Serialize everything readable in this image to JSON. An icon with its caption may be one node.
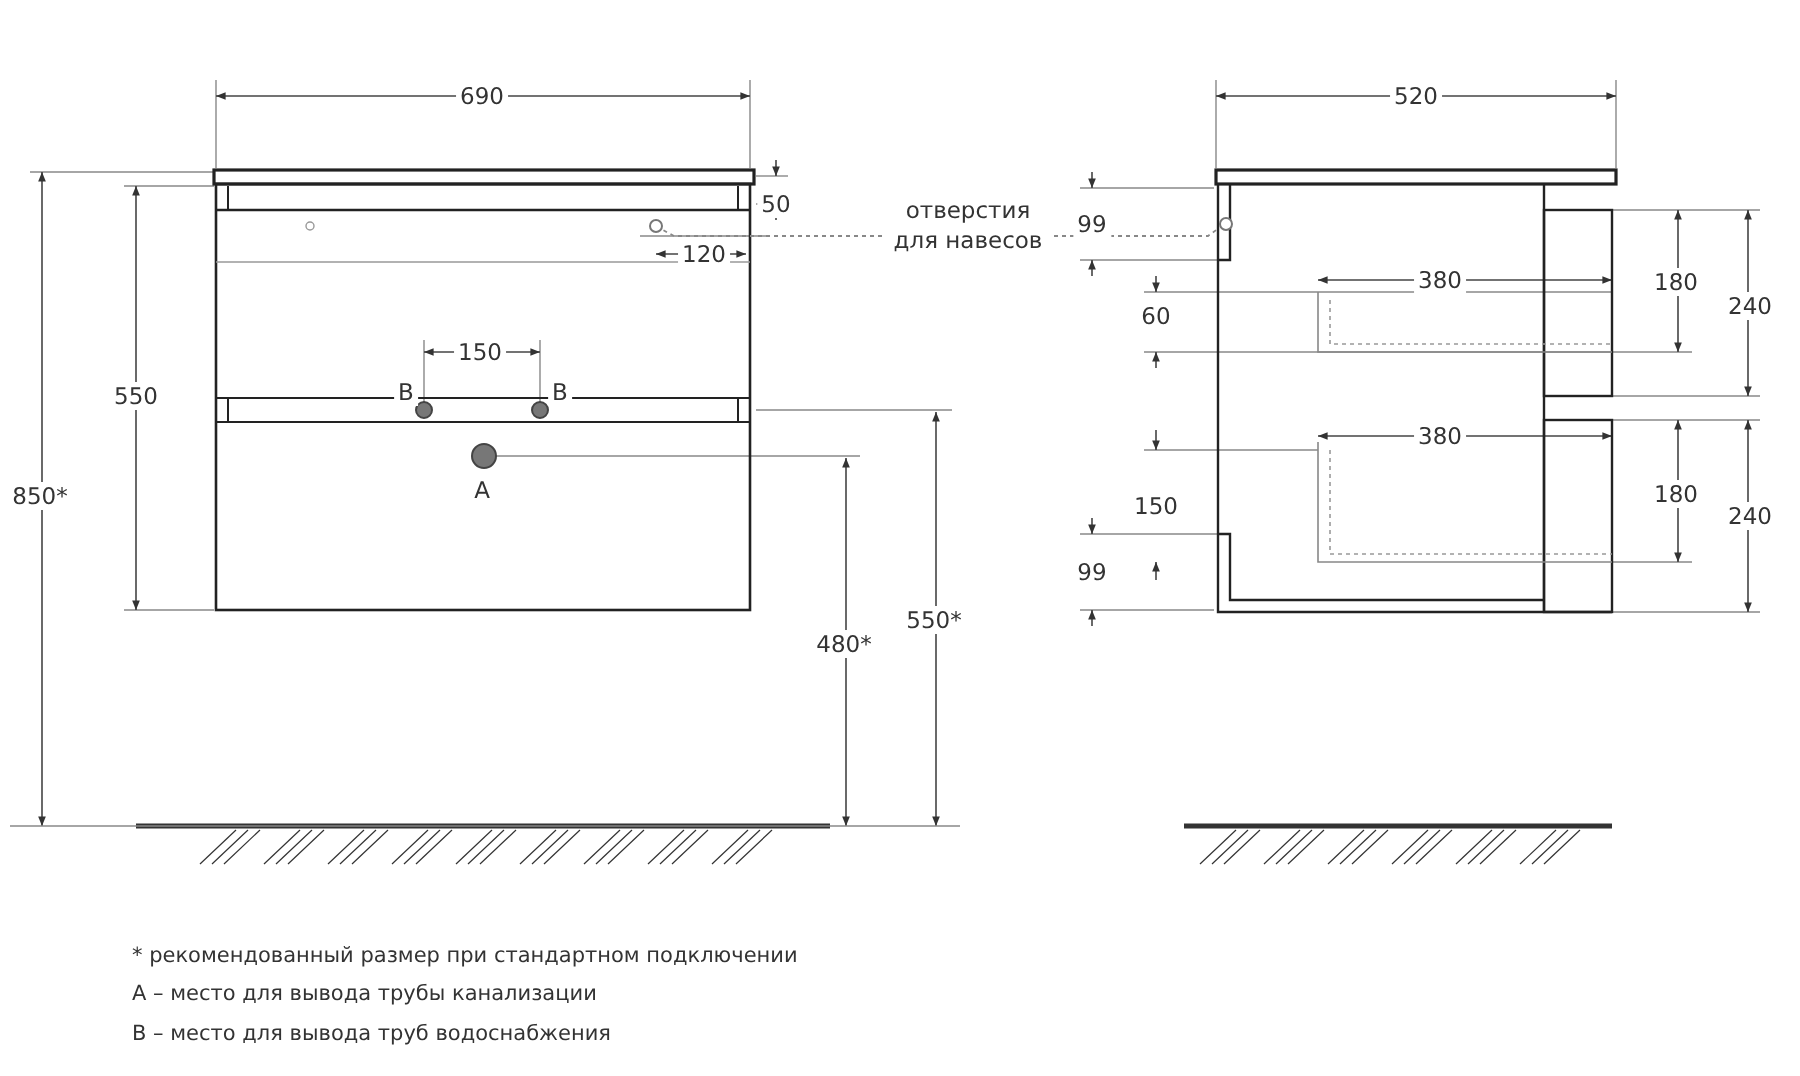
{
  "diagram": {
    "nodes": [
      {
        "text": [
          "отверстия для навесов"
        ]
      },
      {
        "text": [],
        "shape": "circle"
      },
      {
        "text": [],
        "shape": "circle"
      }
    ],
    "edges": [
      {
        "from": 0,
        "to": 1,
        "arrow": "none",
        "style": "dashed"
      },
      {
        "from": 0,
        "to": 2,
        "arrow": "none",
        "style": "dashed"
      }
    ],
    "labels": [
      "690",
      "520",
      "50",
      "99",
      "120",
      "380",
      "180",
      "240",
      "60",
      "550",
      "150",
      "B",
      "B",
      "850*",
      "A",
      "380",
      "180",
      "240",
      "150",
      "99",
      "550*",
      "480*",
      "* рекомендованный размер при стандартном подключении",
      "A – место для вывода трубы канализации",
      "B – место для вывода труб водоснабжения"
    ]
  }
}
